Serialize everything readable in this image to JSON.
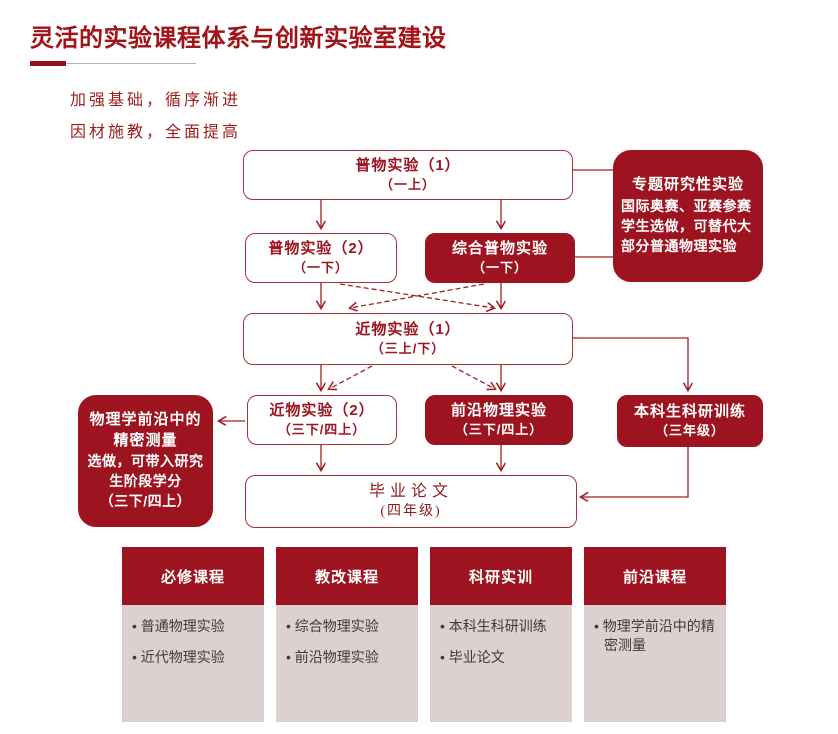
{
  "page": {
    "title": "灵活的实验课程体系与创新实验室建设",
    "motto": [
      "加强基础，循序渐进",
      "因材施教，全面提高"
    ]
  },
  "colors": {
    "dark_red_fill": "#9D1420",
    "border_red": "#A93338",
    "title_red": "#A21318",
    "connector_red": "#9E2026",
    "table_body_pink": "#DCD0D0",
    "table_item_text": "#3C3C3C"
  },
  "flow": {
    "pw1": {
      "l1": "普物实验（1）",
      "l2": "（一上）"
    },
    "pw2": {
      "l1": "普物实验（2）",
      "l2": "（一下）"
    },
    "zonghe": {
      "l1": "综合普物实验",
      "l2": "（一下）"
    },
    "zhuanti": {
      "l1": "专题研究性实验",
      "l2": "国际奥赛、亚赛参赛",
      "l3": "学生选做，可替代大",
      "l4": "部分普通物理实验"
    },
    "jw1": {
      "l1": "近物实验（1）",
      "l2": "（三上/下）"
    },
    "jw2": {
      "l1": "近物实验（2）",
      "l2": "（三下/四上）"
    },
    "qianyan": {
      "l1": "前沿物理实验",
      "l2": "（三下/四上）"
    },
    "benke": {
      "l1": "本科生科研训练",
      "l2": "（三年级）"
    },
    "wuli": {
      "l1": "物理学前沿中的",
      "l2": "精密测量",
      "l3": "选做，可带入研究",
      "l4": "生阶段学分",
      "l5": "（三下/四上）"
    },
    "biye": {
      "l1": "毕业论文",
      "l2": "(四年级)"
    }
  },
  "table": {
    "columns": [
      {
        "header": "必修课程",
        "items": [
          "普通物理实验",
          "近代物理实验"
        ]
      },
      {
        "header": "教改课程",
        "items": [
          "综合物理实验",
          "前沿物理实验"
        ]
      },
      {
        "header": "科研实训",
        "items": [
          "本科生科研训练",
          "毕业论文"
        ]
      },
      {
        "header": "前沿课程",
        "items": [
          "物理学前沿中的精密测量"
        ]
      }
    ]
  }
}
